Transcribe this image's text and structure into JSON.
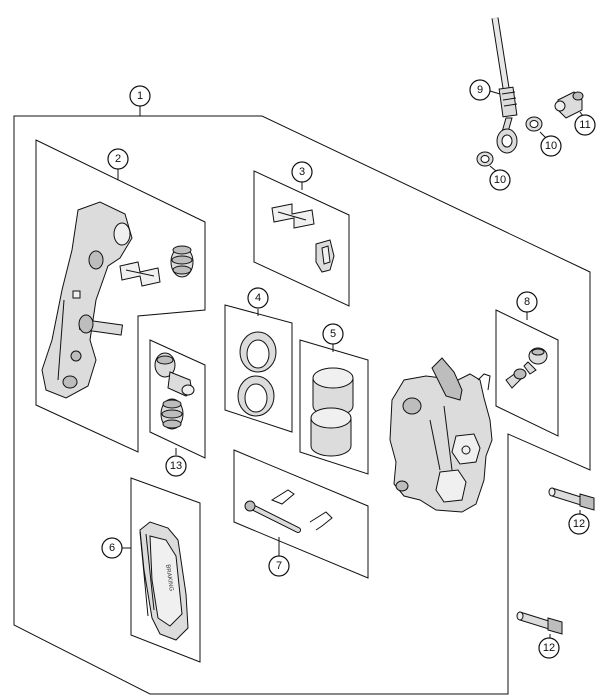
{
  "callouts": {
    "c1": "1",
    "c2": "2",
    "c3": "3",
    "c4": "4",
    "c5": "5",
    "c6": "6",
    "c7": "7",
    "c8": "8",
    "c9": "9",
    "c10a": "10",
    "c10b": "10",
    "c11": "11",
    "c12a": "12",
    "c12b": "12",
    "c13": "13"
  },
  "pad_marking": "BRAKING"
}
